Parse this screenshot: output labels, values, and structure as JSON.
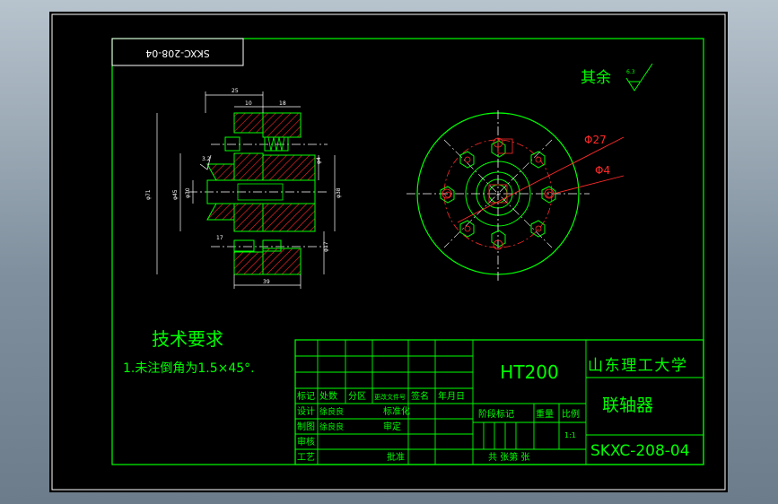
{
  "drawing": {
    "stamp": "SKXC-208-04",
    "roughness_note": {
      "label": "其余",
      "value": "6.3"
    },
    "tech_requirements": {
      "title": "技术要求",
      "items": [
        "1.未注倒角为1.5×45°."
      ]
    },
    "front_view_dims": {
      "top_overall": "25",
      "top_left": "10",
      "top_right": "18",
      "left_outer": "φ71",
      "left_inner": "φ45",
      "mid_shaft": "φ30",
      "right_hole": "φ4",
      "right_bore": "φ38",
      "right_lower": "φ17",
      "inner_step": "17",
      "bottom_overall": "39",
      "roughness_small": "3.2"
    },
    "side_view_dims": {
      "hole_dia": "Φ27",
      "pin_dia": "Φ4"
    },
    "title_block": {
      "material": "HT200",
      "school": "山东理工大学",
      "part_name": "联轴器",
      "drawing_no": "SKXC-208-04",
      "headers": [
        "标记",
        "处数",
        "分区",
        "更改文件号",
        "签名",
        "年月日"
      ],
      "rows": [
        {
          "role": "设计",
          "name": "徐良良",
          "std": "标准化"
        },
        {
          "role": "制图",
          "name": "徐良良",
          "std": "审定"
        },
        {
          "role": "审核",
          "name": "",
          "std": ""
        },
        {
          "role": "工艺",
          "name": "",
          "std": "批准"
        }
      ],
      "stage_label": "阶段标记",
      "weight_label": "重量",
      "scale_label": "比例",
      "scale_value": "1:1",
      "sheets_label": "共 张第 张"
    }
  },
  "colors": {
    "line": "#00ff00",
    "hatch": "#ff2a2a",
    "center": "#ffffff",
    "dim": "#ffffff",
    "title_text": "#00ff00",
    "border": "#ffffff"
  }
}
